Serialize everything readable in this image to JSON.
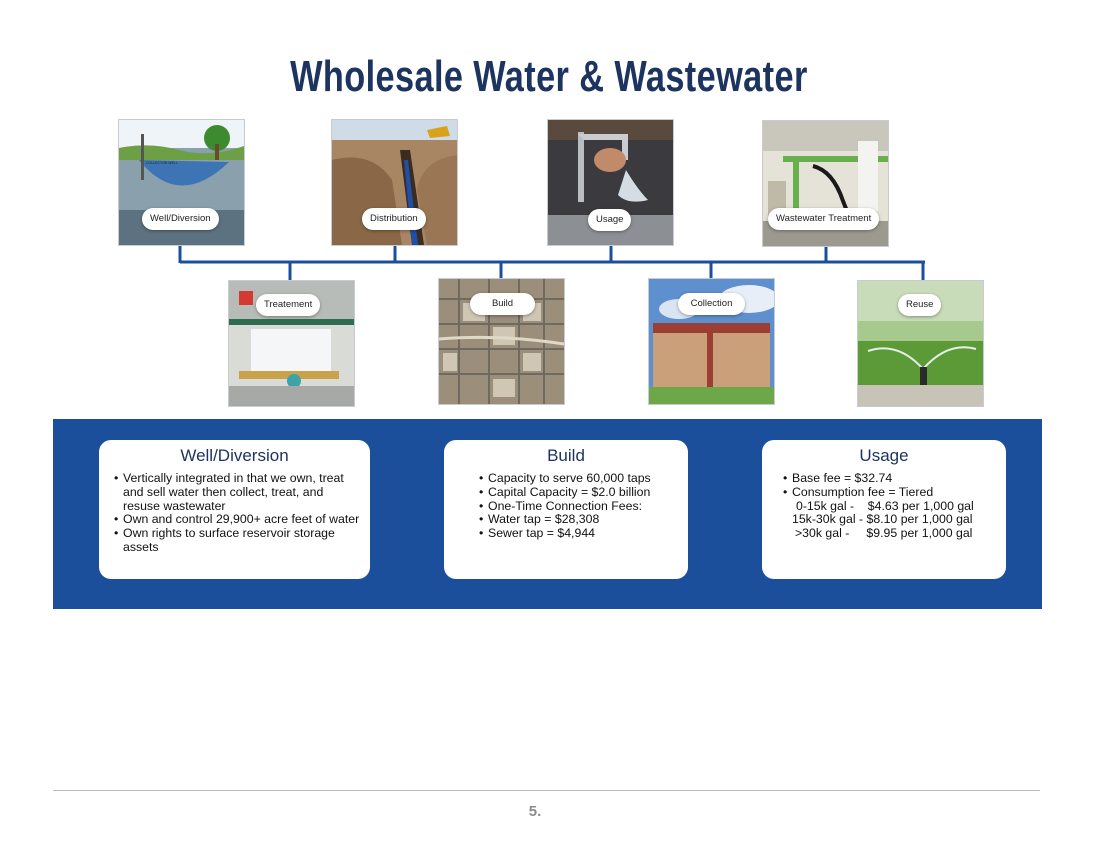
{
  "title": "Wholesale Water & Wastewater",
  "flow_top": [
    {
      "label": "Well/Diversion"
    },
    {
      "label": "Distribution"
    },
    {
      "label": "Usage"
    },
    {
      "label": "Wastewater Treatment"
    }
  ],
  "flow_bottom": [
    {
      "label": "Treatement"
    },
    {
      "label": "Build"
    },
    {
      "label": "Collection"
    },
    {
      "label": "Reuse"
    }
  ],
  "diagram_labels": {
    "collector_well": "COLLECTOR WELL"
  },
  "cards": [
    {
      "heading": "Well/Diversion",
      "bullets": [
        "Vertically integrated in that we own, treat and sell water then collect, treat, and resuse wastewater",
        "Own and control 29,900+ acre feet of water",
        "Own rights to surface reservoir storage assets"
      ]
    },
    {
      "heading": "Build",
      "bullets": [
        "Capacity to serve 60,000 taps",
        "Capital Capacity = $2.0 billion",
        "One-Time Connection Fees:",
        "Water tap = $28,308",
        "Sewer tap = $4,944"
      ]
    },
    {
      "heading": "Usage",
      "bullets": [
        "Base fee = $32.74",
        "Consumption fee = Tiered"
      ],
      "tiers": [
        "0-15k gal -    $4.63 per 1,000 gal",
        "15k-30k gal - $8.10 per 1,000 gal",
        ">30k gal -     $9.95 per 1,000 gal"
      ]
    }
  ],
  "footer": {
    "page_number": "5."
  },
  "colors": {
    "title": "#1d3461",
    "band": "#1b4f9c",
    "connector": "#1b4f9c"
  }
}
